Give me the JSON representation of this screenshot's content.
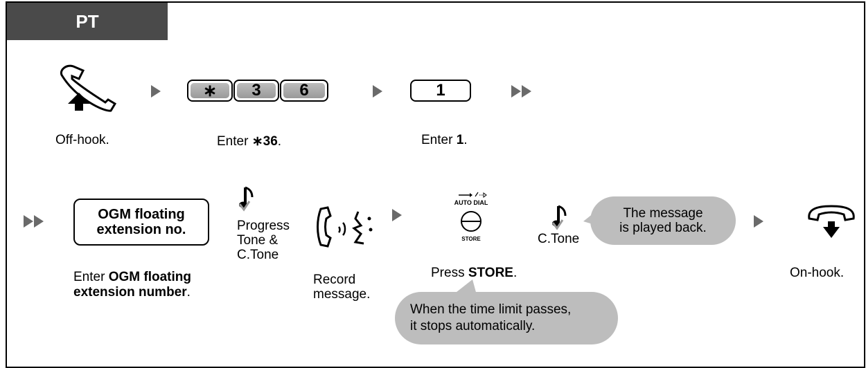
{
  "tab": {
    "label": "PT"
  },
  "row1": {
    "offhook_label": "Off-hook.",
    "keys": [
      "∗",
      "3",
      "6"
    ],
    "enter_code_prefix": "Enter ",
    "enter_code_value": "∗36",
    "enter_code_suffix": ".",
    "key_1": "1",
    "enter_1_prefix": "Enter ",
    "enter_1_value": "1",
    "enter_1_suffix": "."
  },
  "row2": {
    "ogm_box_line1": "OGM floating",
    "ogm_box_line2": "extension no.",
    "ogm_caption_prefix": "Enter ",
    "ogm_caption_bold1": "OGM floating",
    "ogm_caption_bold2": "extension number",
    "ogm_caption_suffix": ".",
    "progress_tone": [
      "Progress",
      "Tone &",
      "C.Tone"
    ],
    "record_message": [
      "Record",
      "message."
    ],
    "store_button_top": "AUTO DIAL",
    "store_button_bottom": "STORE",
    "press_prefix": "Press ",
    "press_bold": "STORE",
    "press_suffix": ".",
    "ctone": "C.Tone",
    "message_bubble": [
      "The message",
      "is played back."
    ],
    "limit_bubble": [
      "When the time limit passes,",
      "it stops automatically."
    ],
    "onhook_label": "On-hook."
  },
  "colors": {
    "tab_bg": "#4a4a4a",
    "arrow": "#6a6a6a",
    "bubble": "#bdbdbd"
  },
  "icons": [
    "handset-offhook-icon",
    "note-icon",
    "speaking-handset-icon",
    "store-button-icon",
    "handset-onhook-icon"
  ]
}
